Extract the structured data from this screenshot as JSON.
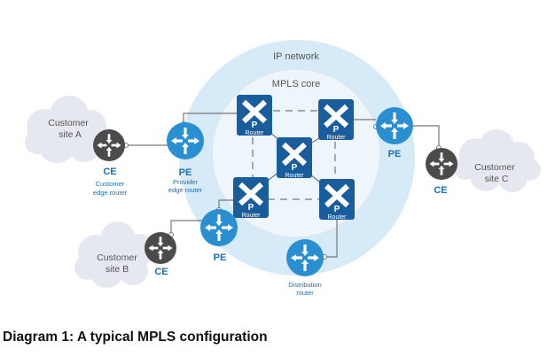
{
  "caption": "Diagram 1: A typical MPLS configuration",
  "colors": {
    "ip_network_ring": "#d6ebf7",
    "mpls_core": "#eef5fb",
    "mpls_core_border": "#dde6ee",
    "p_router": "#1a5d9c",
    "pe_router": "#2a8fd0",
    "ce_router": "#4b4b4b",
    "cloud": "#e6e8ef",
    "link": "#777777",
    "label_blue": "#1a6fb5",
    "label_gray": "#555555"
  },
  "zones": {
    "ip_network": "IP network",
    "mpls_core": "MPLS core"
  },
  "clouds": {
    "a": {
      "line1": "Customer",
      "line2": "site A"
    },
    "b": {
      "line1": "Customer",
      "line2": "site B"
    },
    "c": {
      "line1": "Customer",
      "line2": "site C"
    }
  },
  "p_router": {
    "letter": "P",
    "label": "Router"
  },
  "labels": {
    "ce_a": "CE",
    "ce_a_desc1": "Customer",
    "ce_a_desc2": "edge router",
    "pe_a": "PE",
    "pe_a_desc1": "Provider",
    "pe_a_desc2": "edge router",
    "pe_b": "PE",
    "ce_b": "CE",
    "pe_c": "PE",
    "ce_c": "CE",
    "dist1": "Distribution",
    "dist2": "router"
  }
}
